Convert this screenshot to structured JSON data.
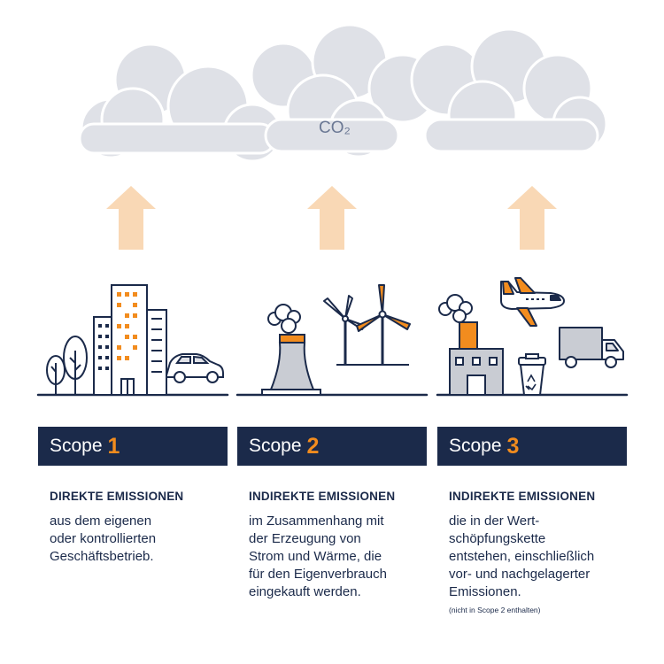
{
  "co2_label": "CO₂",
  "colors": {
    "navy": "#1b2a4a",
    "orange": "#f28c1e",
    "cloud": "#dfe1e7",
    "arrow": "#f9d8b5",
    "building_gray": "#c9ccd3",
    "white": "#ffffff"
  },
  "icons": {
    "scope1": [
      "trees-icon",
      "skyscraper-icon",
      "building-icon",
      "car-icon"
    ],
    "scope2": [
      "power-plant-icon",
      "wind-turbine-icon"
    ],
    "scope3": [
      "factory-icon",
      "airplane-icon",
      "recycling-bin-icon",
      "truck-icon"
    ]
  },
  "scopes": [
    {
      "word": "Scope",
      "number": "1",
      "heading": "DIREKTE EMISSIONEN",
      "text": "aus dem eigenen\noder kontrollierten\nGeschäftsbetrieb.",
      "note": ""
    },
    {
      "word": "Scope",
      "number": "2",
      "heading": "INDIREKTE EMISSIONEN",
      "text": "im Zusammenhang mit\nder Erzeugung von\nStrom und Wärme, die\nfür den Eigenverbrauch\neingekauft werden.",
      "note": ""
    },
    {
      "word": "Scope",
      "number": "3",
      "heading": "INDIREKTE EMISSIONEN",
      "text": "die in der Wert-\nschöpfungskette\nentstehen, einschließlich\nvor- und nachgelagerter\nEmissionen.",
      "note": "(nicht in Scope 2 enthalten)"
    }
  ]
}
